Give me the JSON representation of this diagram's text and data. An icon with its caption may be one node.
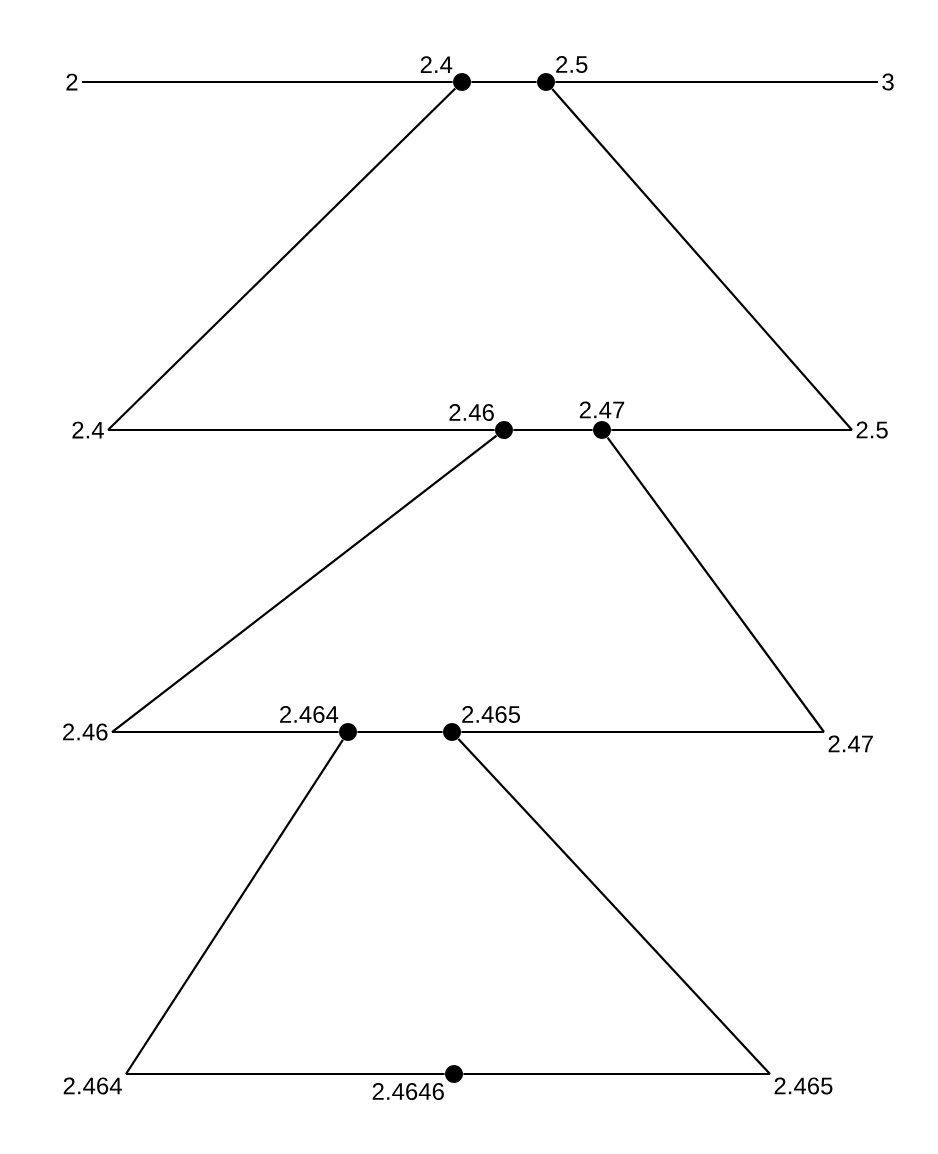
{
  "diagram": {
    "nodes": [
      {
        "text": [
          "2"
        ]
      },
      {
        "text": [
          "2.4"
        ]
      },
      {
        "text": [
          "2.5"
        ]
      },
      {
        "text": [
          "3"
        ]
      },
      {
        "text": [
          "2.4"
        ]
      },
      {
        "text": [
          "2.46"
        ]
      },
      {
        "text": [
          "2.47"
        ]
      },
      {
        "text": [
          "2.5"
        ]
      },
      {
        "text": [
          "2.46"
        ]
      },
      {
        "text": [
          "2.464"
        ]
      },
      {
        "text": [
          "2.465"
        ]
      },
      {
        "text": [
          "2.47"
        ]
      },
      {
        "text": [
          "2.464"
        ]
      },
      {
        "text": [
          "2.4646"
        ]
      },
      {
        "text": [
          "2.465"
        ]
      }
    ],
    "edges": [
      {
        "from": 0,
        "to": 1,
        "arrow": "none"
      },
      {
        "from": 1,
        "to": 2,
        "arrow": "none"
      },
      {
        "from": 2,
        "to": 3,
        "arrow": "none"
      },
      {
        "from": 1,
        "to": 4,
        "arrow": "none"
      },
      {
        "from": 2,
        "to": 7,
        "arrow": "none"
      },
      {
        "from": 4,
        "to": 5,
        "arrow": "none"
      },
      {
        "from": 5,
        "to": 6,
        "arrow": "none"
      },
      {
        "from": 6,
        "to": 7,
        "arrow": "none"
      },
      {
        "from": 5,
        "to": 8,
        "arrow": "none"
      },
      {
        "from": 6,
        "to": 11,
        "arrow": "none"
      },
      {
        "from": 8,
        "to": 9,
        "arrow": "none"
      },
      {
        "from": 9,
        "to": 10,
        "arrow": "none"
      },
      {
        "from": 10,
        "to": 11,
        "arrow": "none"
      },
      {
        "from": 9,
        "to": 12,
        "arrow": "none"
      },
      {
        "from": 10,
        "to": 14,
        "arrow": "none"
      },
      {
        "from": 12,
        "to": 13,
        "arrow": "none"
      },
      {
        "from": 13,
        "to": 14,
        "arrow": "none"
      }
    ]
  }
}
